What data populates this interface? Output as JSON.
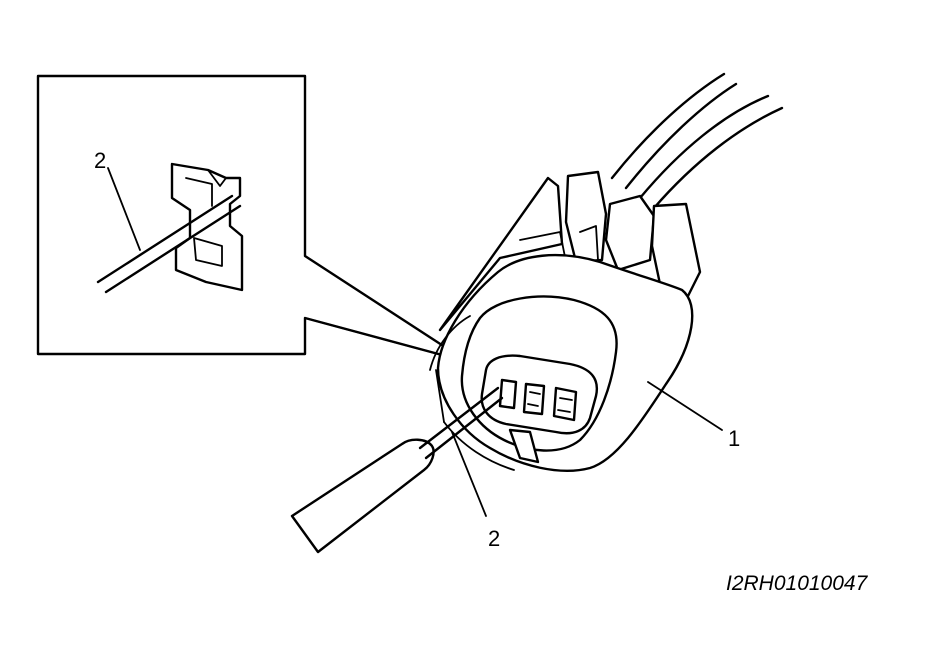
{
  "callouts": {
    "connector": "1",
    "probe_main": "2",
    "probe_inset": "2"
  },
  "figure_code": "I2RH01010047"
}
